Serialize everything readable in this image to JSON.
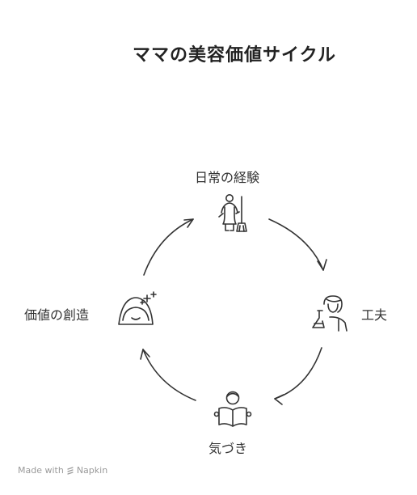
{
  "title": "ママの美容価値サイクル",
  "nodes": {
    "top": {
      "label": "日常の経験",
      "icon": "maid-with-broom-icon"
    },
    "right": {
      "label": "工夫",
      "icon": "scientist-with-flask-icon"
    },
    "bottom": {
      "label": "気づき",
      "icon": "person-reading-book-icon"
    },
    "left": {
      "label": "価値の創造",
      "icon": "sparkling-woman-face-icon"
    }
  },
  "footer": {
    "made_with": "Made with",
    "brand": "Napkin"
  },
  "colors": {
    "stroke": "#333333",
    "text": "#222222",
    "footer": "#9a9a9a"
  }
}
